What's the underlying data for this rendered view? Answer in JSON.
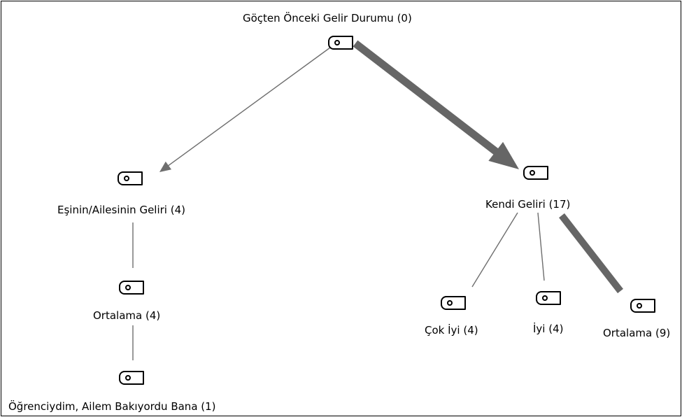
{
  "diagram": {
    "colors": {
      "edge_thin": "#6e6e6e",
      "edge_thick": "#666666",
      "node_border": "#000000"
    },
    "nodes": [
      {
        "id": "root",
        "label": "Göçten Önceki Gelir Durumu (0)"
      },
      {
        "id": "esinin",
        "label": "Eşinin/Ailesinin Geliri (4)"
      },
      {
        "id": "kendi",
        "label": "Kendi Geliri (17)"
      },
      {
        "id": "ortalama-left",
        "label": "Ortalama (4)"
      },
      {
        "id": "ogrenciydim",
        "label": "Öğrenciydim, Ailem Bakıyordu Bana (1)"
      },
      {
        "id": "cok-iyi",
        "label": "Çok İyi (4)"
      },
      {
        "id": "iyi",
        "label": "İyi (4)"
      },
      {
        "id": "ortalama-right",
        "label": "Ortalama (9)"
      }
    ],
    "edges": [
      {
        "from": "root",
        "to": "esinin",
        "weight": 4,
        "arrow": true
      },
      {
        "from": "root",
        "to": "kendi",
        "weight": 17,
        "arrow": true
      },
      {
        "from": "esinin",
        "to": "ortalama-left",
        "weight": 4,
        "arrow": false
      },
      {
        "from": "ortalama-left",
        "to": "ogrenciydim",
        "weight": 1,
        "arrow": false
      },
      {
        "from": "kendi",
        "to": "cok-iyi",
        "weight": 4,
        "arrow": false
      },
      {
        "from": "kendi",
        "to": "iyi",
        "weight": 4,
        "arrow": false
      },
      {
        "from": "kendi",
        "to": "ortalama-right",
        "weight": 9,
        "arrow": false
      }
    ]
  }
}
